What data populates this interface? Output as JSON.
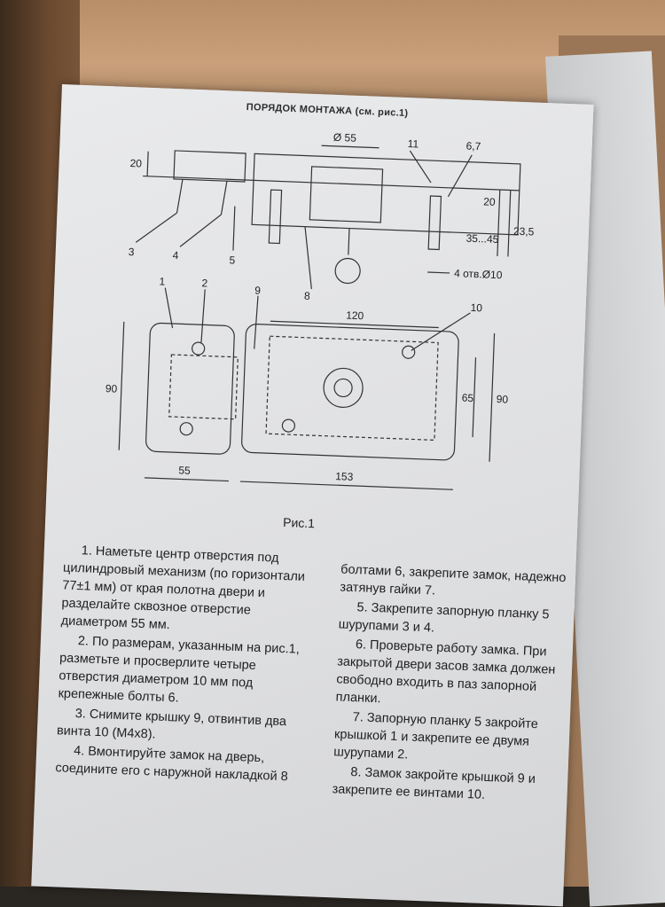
{
  "document": {
    "title": "ПОРЯДОК МОНТАЖА (см. рис.1)",
    "figure_caption": "Рис.1",
    "dimensions": {
      "d55": "Ø 55",
      "n11": "11",
      "n67": "6,7",
      "h20_left": "20",
      "h20_right": "20",
      "h3545": "35...45",
      "h235": "23,5",
      "n3": "3",
      "n4": "4",
      "n5": "5",
      "n8": "8",
      "holes": "4 отв.Ø10",
      "n1": "1",
      "n2": "2",
      "n9": "9",
      "n10": "10",
      "w120": "120",
      "h90_left": "90",
      "h65": "65",
      "h90_right": "90",
      "w55": "55",
      "w153": "153"
    },
    "left_column": [
      "1. Наметьте центр отверстия под цилиндровый механизм (по горизонтали 77±1 мм) от края полотна двери и разделайте сквозное отверстие диаметром 55 мм.",
      "2. По размерам, указанным на рис.1, разметьте и просверлите четыре отверстия диаметром 10 мм под крепежные болты 6.",
      "3. Снимите крышку 9, отвинтив два винта 10 (М4х8).",
      "4. Вмонтируйте замок на дверь, соедините его с наружной накладкой 8"
    ],
    "right_column": [
      "болтами 6, закрепите замок, надежно затянув гайки 7.",
      "5. Закрепите запорную планку 5 шурупами 3 и 4.",
      "6. Проверьте работу замка. При закрытой двери засов замка должен свободно входить в паз запорной планки.",
      "7. Запорную планку 5 закройте крышкой 1 и закрепите ее двумя шурупами 2.",
      "8. Замок закройте крышкой 9 и закрепите ее винтами 10."
    ]
  }
}
